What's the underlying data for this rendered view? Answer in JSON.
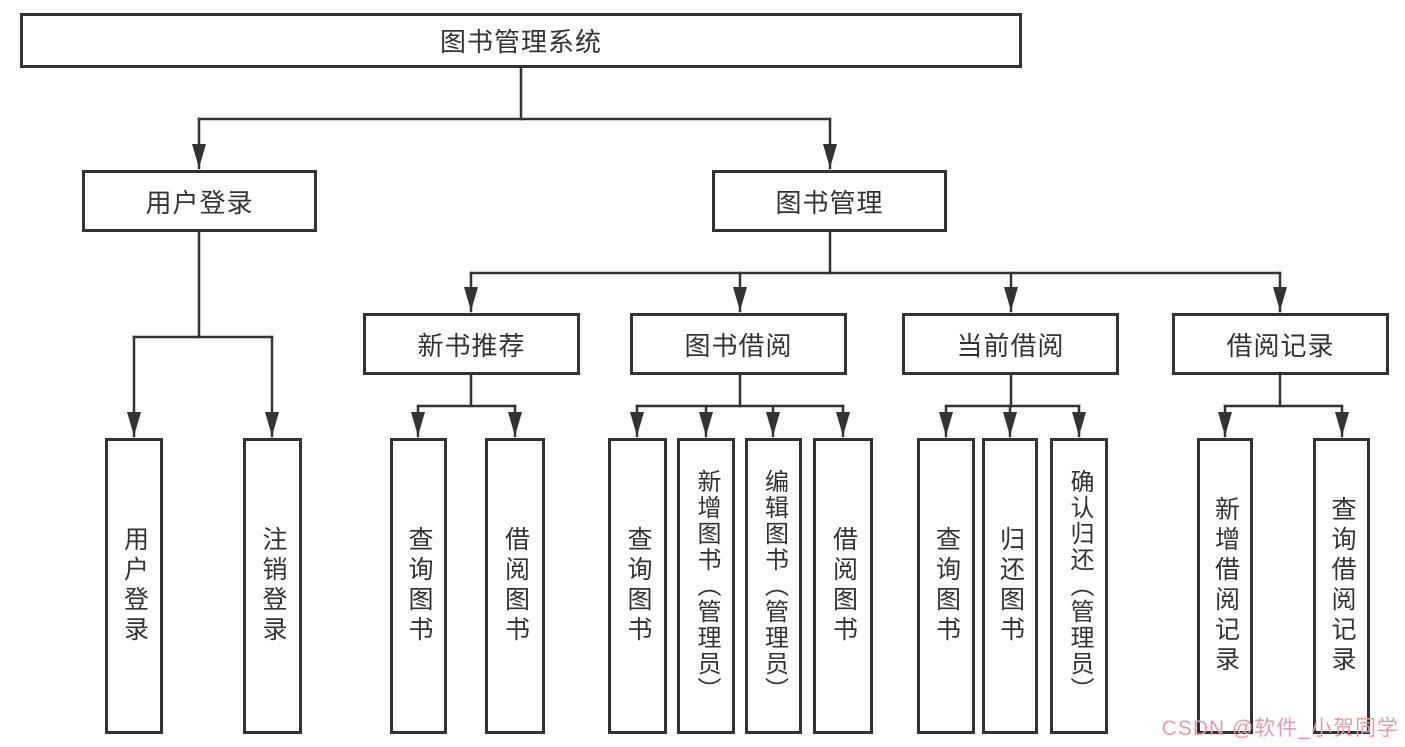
{
  "diagram": {
    "type": "hierarchy-tree",
    "nodes": {
      "root": {
        "label": "图书管理系统"
      },
      "user_login": {
        "label": "用户登录"
      },
      "book_mgmt": {
        "label": "图书管理"
      },
      "user_login_children": [
        {
          "label": "用户登录"
        },
        {
          "label": "注销登录"
        }
      ],
      "new_book_rec": {
        "label": "新书推荐"
      },
      "book_borrow": {
        "label": "图书借阅"
      },
      "current_borrow": {
        "label": "当前借阅"
      },
      "borrow_records": {
        "label": "借阅记录"
      },
      "new_book_rec_children": [
        {
          "label": "查询图书"
        },
        {
          "label": "借阅图书"
        }
      ],
      "book_borrow_children": [
        {
          "label": "查询图书"
        },
        {
          "label": "新增图书（管理员）"
        },
        {
          "label": "编辑图书（管理员）"
        },
        {
          "label": "借阅图书"
        }
      ],
      "current_borrow_children": [
        {
          "label": "查询图书"
        },
        {
          "label": "归还图书"
        },
        {
          "label": "确认归还（管理员）"
        }
      ],
      "borrow_records_children": [
        {
          "label": "新增借阅记录"
        },
        {
          "label": "查询借阅记录"
        }
      ]
    },
    "colors": {
      "line": "#333333",
      "box_border": "#333333",
      "text": "#333333",
      "background": "#ffffff",
      "watermark": "#e89ba5"
    }
  },
  "watermark": {
    "text": "CSDN @软件_小贺同学"
  }
}
